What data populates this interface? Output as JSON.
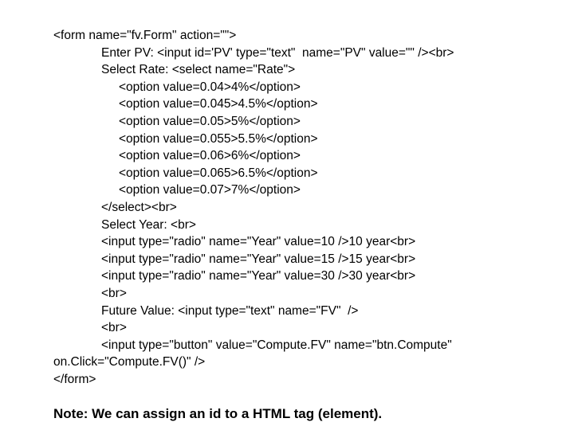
{
  "code_lines": [
    "<form name=\"fv.Form\" action=\"\">",
    "Enter PV: <input id='PV' type=\"text\"  name=\"PV\" value=\"\" /><br>",
    "Select Rate: <select name=\"Rate\">",
    "<option value=0.04>4%</option>",
    "<option value=0.045>4.5%</option>",
    "<option value=0.05>5%</option>",
    "<option value=0.055>5.5%</option>",
    "<option value=0.06>6%</option>",
    "<option value=0.065>6.5%</option>",
    "<option value=0.07>7%</option>",
    "</select><br>",
    "Select Year: <br>",
    "<input type=\"radio\" name=\"Year\" value=10 />10 year<br>",
    "<input type=\"radio\" name=\"Year\" value=15 />15 year<br>",
    "<input type=\"radio\" name=\"Year\" value=30 />30 year<br>",
    "<br>",
    "Future Value: <input type=\"text\" name=\"FV\"  />",
    "<br>",
    "<input type=\"button\" value=\"Compute.FV\" name=\"btn.Compute\"",
    "on.Click=\"Compute.FV()\" />",
    "</form>"
  ],
  "note": "Note: We can assign an id to a HTML tag (element)."
}
